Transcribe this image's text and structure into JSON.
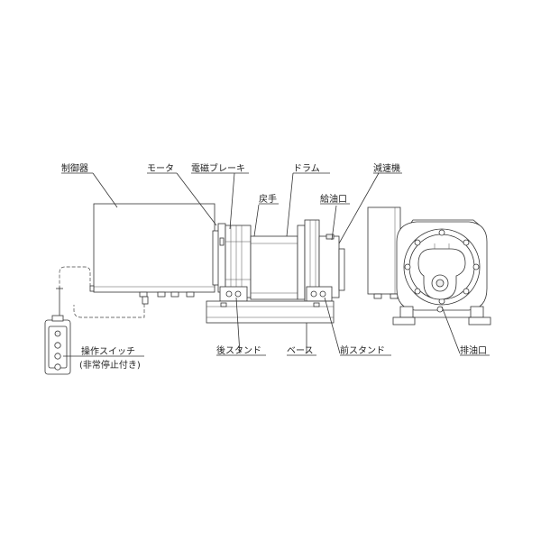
{
  "labels": {
    "controller": "制御器",
    "motor": "モータ",
    "brake": "電磁ブレーキ",
    "drum": "ドラム",
    "reducer": "減速機",
    "cable_guide": "戻手",
    "oil_inlet": "給油口",
    "switch_line1": "操作スイッチ",
    "switch_line2": "(非常停止付き)",
    "rear_stand": "後スタンド",
    "base": "ベース",
    "front_stand": "前スタンド",
    "oil_drain": "排油口"
  }
}
